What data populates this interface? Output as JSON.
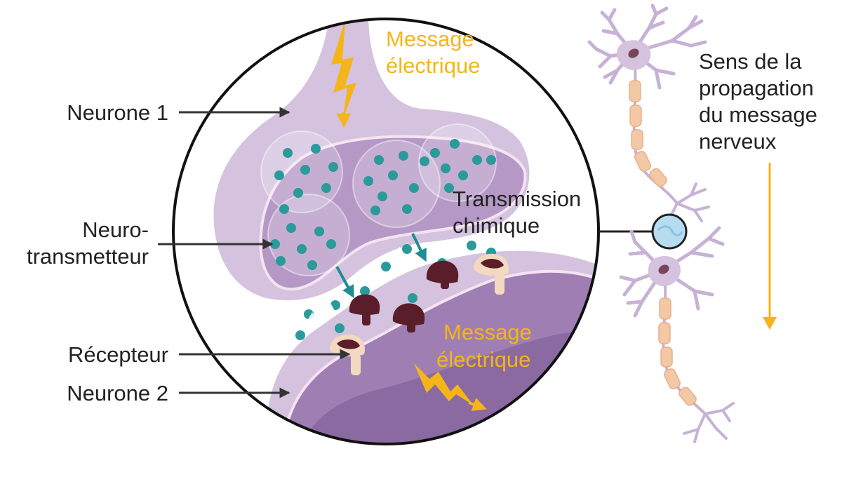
{
  "labels": {
    "neurone1": "Neurone 1",
    "neurotransmetteur_l1": "Neuro-",
    "neurotransmetteur_l2": "transmetteur",
    "recepteur": "Récepteur",
    "neurone2": "Neurone 2",
    "message_top_l1": "Message",
    "message_top_l2": "électrique",
    "message_bottom_l1": "Message",
    "message_bottom_l2": "électrique",
    "transmission_l1": "Transmission",
    "transmission_l2": "chimique",
    "sens_l1": "Sens de la",
    "sens_l2": "propagation",
    "sens_l3": "du message",
    "sens_l4": "nerveux"
  },
  "colors": {
    "neuron_light": "#d4c2de",
    "neuron_mid": "#b598c6",
    "neuron_dark": "#9f7fb3",
    "neuron_darker": "#8b6aa1",
    "neurotransmitter": "#2a9a9a",
    "receptor_dark": "#5a1e2a",
    "receptor_light": "#f2d9bf",
    "lightning": "#f5b41a",
    "arrow_teal": "#1f8d93",
    "line": "#333333",
    "myelin": "#f3c8a4"
  },
  "icons": [
    "lightning-bolt-icon",
    "arrow-icon",
    "magnifier-circle-icon"
  ]
}
